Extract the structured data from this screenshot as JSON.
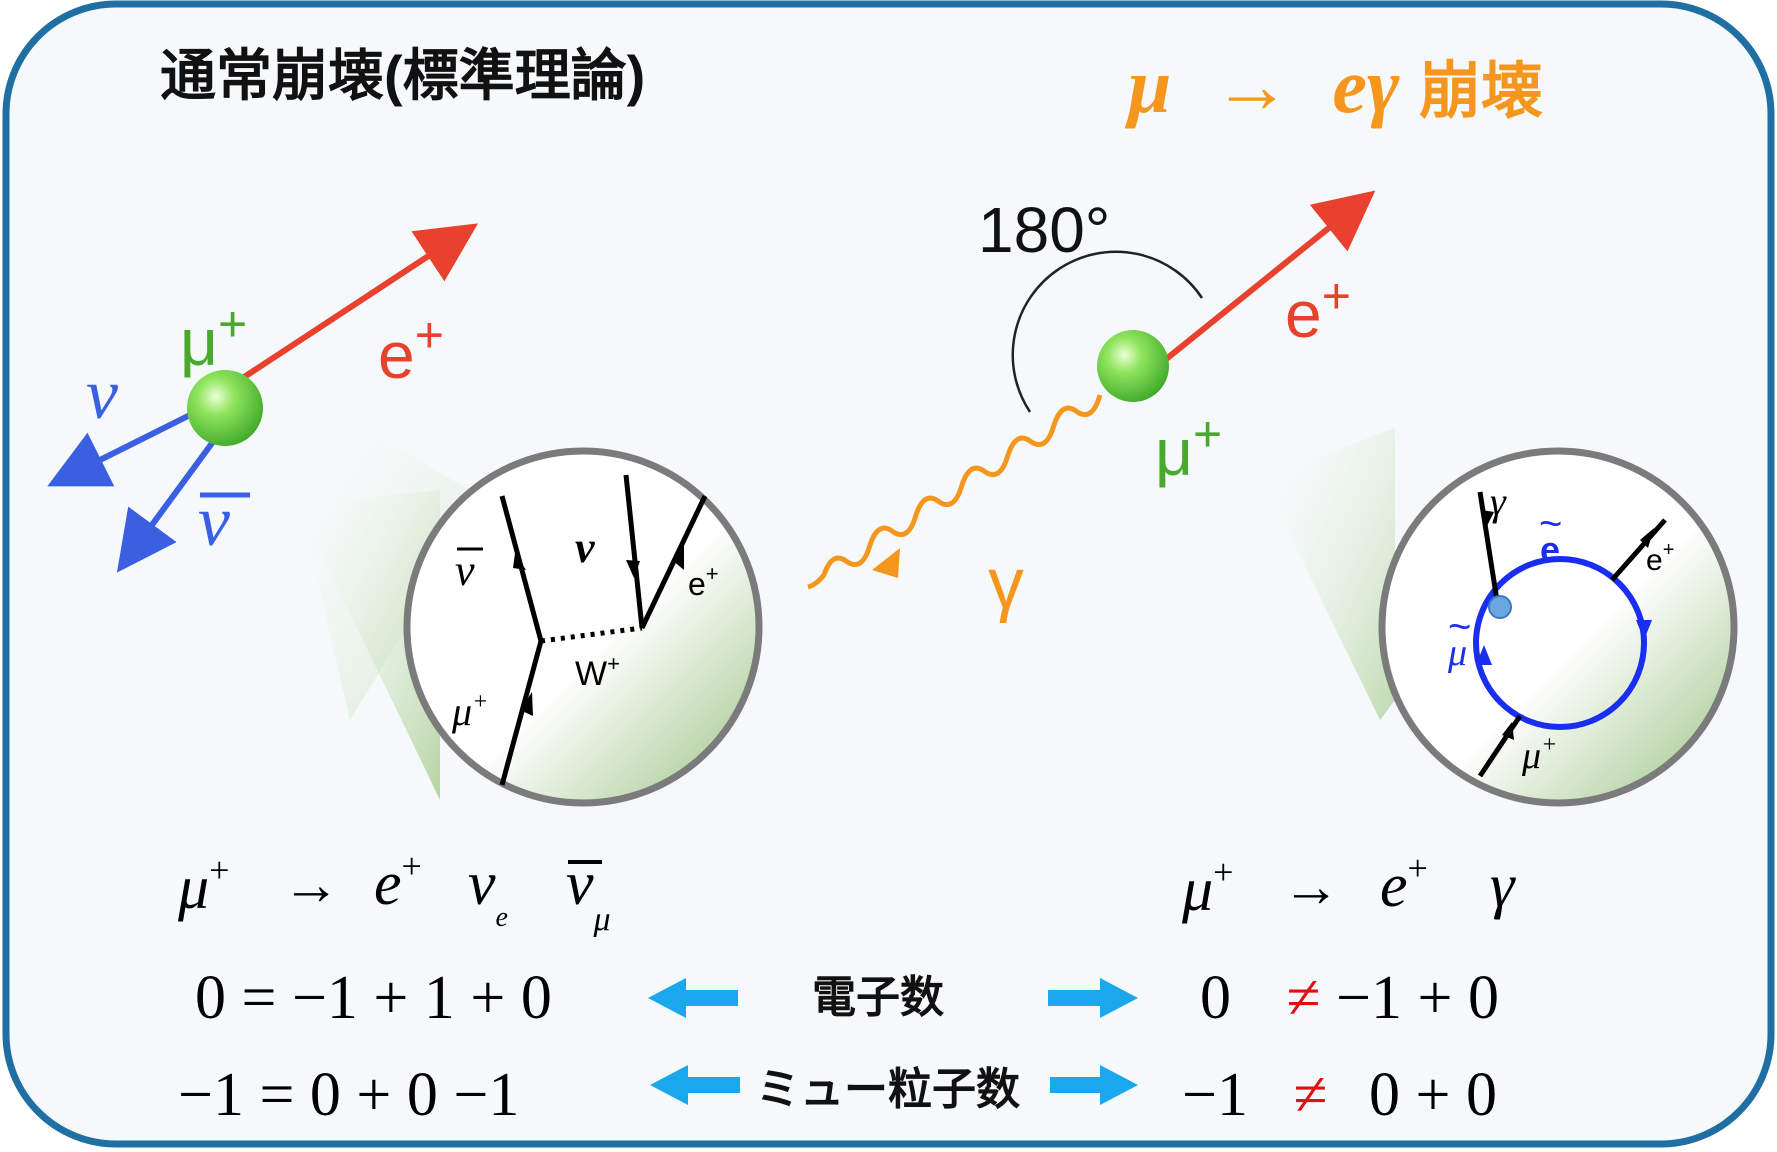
{
  "left_title": "通常崩壊(標準理論)",
  "right_title": {
    "mu": "μ",
    "arrow": "→",
    "egamma": "eγ",
    "suffix": "崩壊"
  },
  "left_diagram": {
    "muon": "μ",
    "muon_charge": "+",
    "positron": "e",
    "positron_charge": "+",
    "nu": "ν",
    "nubar": "ν",
    "inset": {
      "nubar": "ν",
      "nu": "ν",
      "eplus": "e",
      "eplus_charge": "+",
      "w": "W",
      "w_charge": "+",
      "mu": "μ",
      "mu_charge": "+"
    }
  },
  "right_diagram": {
    "angle": "180°",
    "positron": "e",
    "positron_charge": "+",
    "muon": "μ",
    "muon_charge": "+",
    "gamma": "γ",
    "inset": {
      "gamma": "γ",
      "selectron": "e",
      "smuon": "μ",
      "tilde": "~",
      "eplus": "e",
      "eplus_charge": "+",
      "mu": "μ",
      "mu_charge": "+"
    }
  },
  "left_equation": {
    "reaction": {
      "mu": "μ",
      "mu_sup": "+",
      "arrow": "→",
      "e": "e",
      "e_sup": "+",
      "nu_e": "ν",
      "nu_e_sub": "e",
      "nubar_mu": "ν",
      "nubar_mu_sub": "μ"
    },
    "electron_row": "0 = −1 + 1 + 0",
    "muon_row": "−1 = 0 + 0 −1"
  },
  "right_equation": {
    "reaction": {
      "mu": "μ",
      "mu_sup": "+",
      "arrow": "→",
      "e": "e",
      "e_sup": "+",
      "gamma": "γ"
    },
    "electron_row": {
      "lhs": "0",
      "neq": "≠",
      "rhs": "−1 + 0"
    },
    "muon_row": {
      "lhs": "−1",
      "neq": "≠",
      "rhs": "0 + 0"
    }
  },
  "labels": {
    "electron_number": "電子数",
    "muon_number": "ミュー粒子数"
  },
  "colors": {
    "frame": "#1f6fa3",
    "frame_fill": "#f6f9fb",
    "red": "#e8412d",
    "blue": "#3a5fe0",
    "orange": "#f5961e",
    "green_label": "#4aa82e",
    "arrow_cyan": "#1aa7ec",
    "neq_red": "#e01010",
    "loop_blue": "#1a2ef0"
  }
}
